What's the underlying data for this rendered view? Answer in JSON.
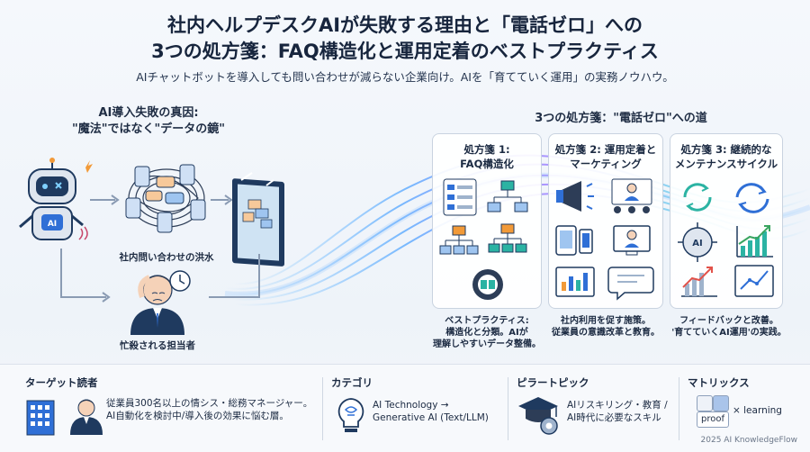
{
  "header": {
    "title_line1": "社内ヘルプデスクAIが失敗する理由と「電話ゼロ」への",
    "title_line2": "3つの処方箋：FAQ構造化と運用定着のベストプラクティス",
    "subtitle": "AIチャットボットを導入しても問い合わせが減らない企業向け。AIを「育てていく運用」の実務ノウハウ。"
  },
  "left": {
    "heading_line1": "AI導入失敗の真因:",
    "heading_line2": "\"魔法\"ではなく\"データの鏡\"",
    "robot_label": "AI",
    "flood_label": "社内問い合わせの洪水",
    "worker_label": "忙殺される担当者"
  },
  "right": {
    "heading": "3つの処方箋：\"電話ゼロ\"への道",
    "cards": [
      {
        "title_line1": "処方箋 1:",
        "title_line2": "FAQ構造化",
        "caption_line1": "ベストプラクティス:",
        "caption_line2": "構造化と分類。AIが",
        "caption_line3": "理解しやすいデータ整備。"
      },
      {
        "title_line1": "処方箋 2: 運用定着と",
        "title_line2": "マーケティング",
        "caption_line1": "社内利用を促す施策。",
        "caption_line2": "従業員の意識改革と教育。"
      },
      {
        "title_line1": "処方箋 3: 継続的な",
        "title_line2": "メンテナンスサイクル",
        "caption_line1": "フィードバックと改善。",
        "caption_line2": "'育てていくAI運用'の実践。"
      }
    ],
    "cycle_ai_label": "AI"
  },
  "bottom": {
    "target": {
      "title": "ターゲット読者",
      "line1": "従業員300名以上の情シス・総務マネージャー。",
      "line2": "AI自動化を検討中/導入後の効果に悩む層。"
    },
    "category": {
      "title": "カテゴリ",
      "line1": "AI Technology →",
      "line2": "Generative AI (Text/LLM)"
    },
    "pillar": {
      "title": "ピラートピック",
      "line1": "AIリスキリング・教育 /",
      "line2": "AI時代に必要なスキル"
    },
    "matrix": {
      "title": "マトリックス",
      "box_label": "proof",
      "suffix": "× learning"
    }
  },
  "footer": "2025 AI KnowledgeFlow",
  "colors": {
    "navy": "#1f3a5f",
    "accent_blue": "#2f6fd6",
    "accent_teal": "#2bb3a3",
    "accent_orange": "#f29a38",
    "accent_green": "#3aa560"
  }
}
